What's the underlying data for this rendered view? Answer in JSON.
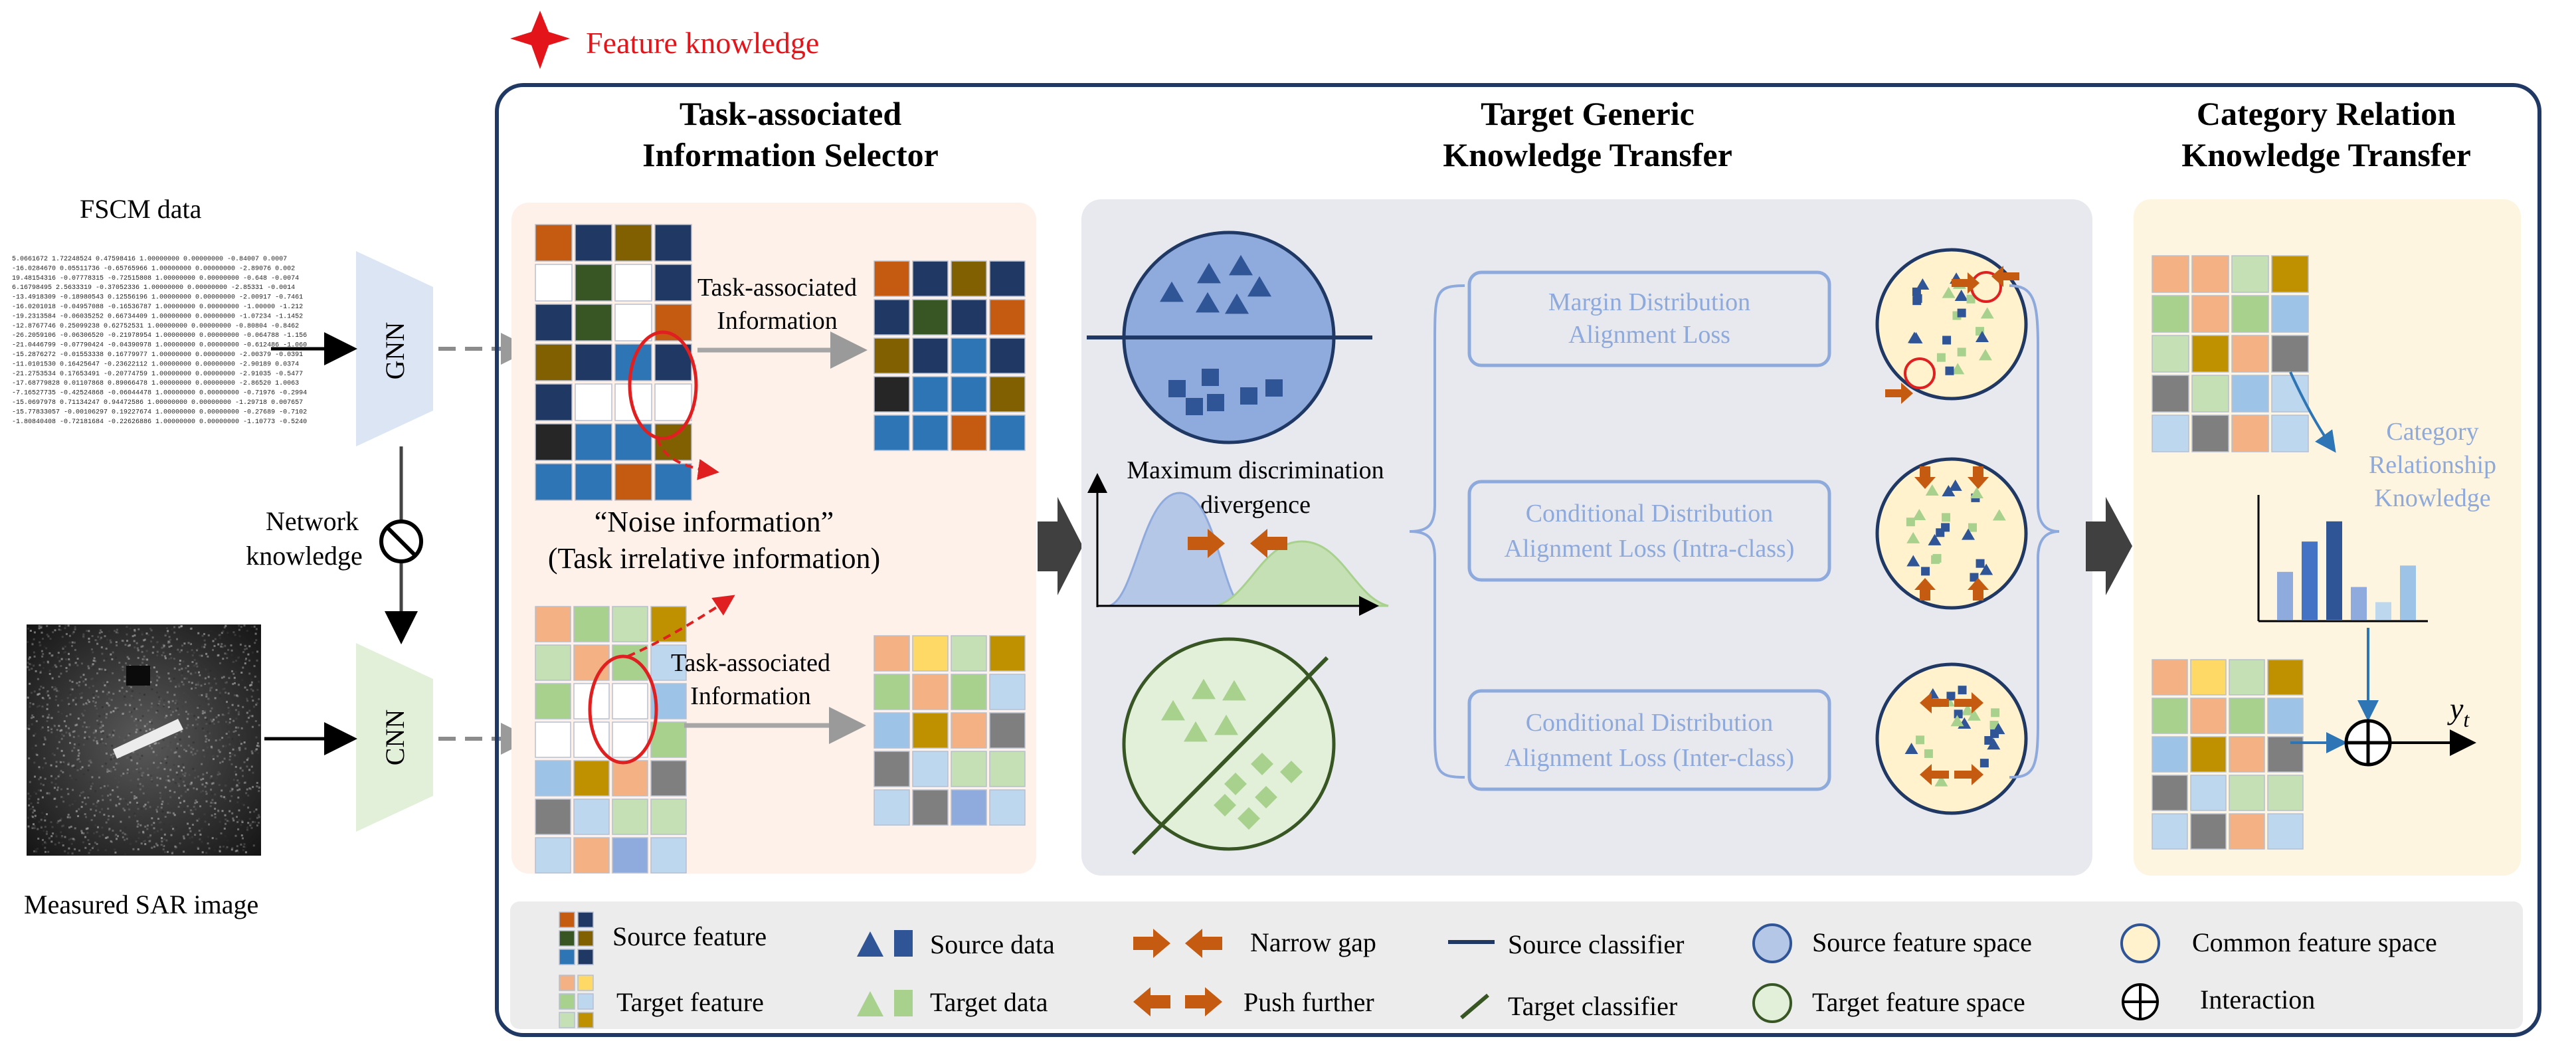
{
  "header": {
    "feature_knowledge": "Feature knowledge"
  },
  "inputs": {
    "fscm_title": "FSCM data",
    "sar_title": "Measured SAR image",
    "gnn_label": "GNN",
    "cnn_label": "CNN",
    "network_knowledge_line1": "Network",
    "network_knowledge_line2": "knowledge",
    "fscm_rows": [
      "5.0661672  1.72248524  0.47598416  1.00000000  0.00000000  -0.84007 0.0007",
      "-16.0284670  0.05511736  -0.65765966  1.00000000  0.00000000  -2.89076 0.002",
      "19.48154316  -0.07778315  -0.72515808  1.00000000  0.00000000  -0.648 -0.0074",
      "6.16798495  2.5633319  -0.37052336  1.00000000  0.00000000  -2.85331 -0.0014",
      "-13.4918309  -0.18980543  0.12556196  1.00000000  0.00000000  -2.00917 -0.7461",
      "-16.0201018  -0.04957088  -0.16536787  1.00000000  0.00000000  -1.00000 -1.212",
      "-19.2313584  -0.06035252  0.66734409  1.00000000  0.00000000  -1.07234 -1.1452",
      "-12.8767746  0.25099238  0.62752531  1.00000000  0.00000000  -0.80804 -0.8462",
      "-26.2059106  -0.06306520  -0.21978954  1.00000000  0.00000000  -0.064788 -1.156",
      "-21.0446799  -0.07790424  -0.04390978  1.00000000  0.00000000  -0.612486 -1.060",
      "-15.2876272  -0.01553338  0.16779977  1.00000000  0.00000000  -2.00379 -0.0391",
      "-11.0101530  0.16425647  -0.23622112  1.00000000  0.00000000  -2.90189 0.0374",
      "-21.2753534  0.17653491  -0.20774759  1.00000000  0.00000000  -2.91035 -0.5477",
      "-17.68779828  0.01107868  0.89066478  1.00000000  0.00000000  -2.86520 1.0063",
      "-7.16527735  -0.42524868  -0.06044478  1.00000000  0.00000000  -0.71976 -0.2994",
      "-15.0697978  0.71134247  0.94472586  1.00000000  0.00000000  -1.29718 0.007657",
      "-15.77833057  -0.00106297  0.19227674  1.00000000  0.00000000  -0.27689 -0.7102",
      "-1.80840408  -0.72181684  -0.22626886  1.00000000  0.00000000  -1.10773 -0.5240"
    ]
  },
  "selector": {
    "title_line1": "Task-associated",
    "title_line2": "Information Selector",
    "top_arrow_label_line1": "Task-associated",
    "top_arrow_label_line2": "Information",
    "bottom_arrow_label_line1": "Task-associated",
    "bottom_arrow_label_line2": "Information",
    "noise_line1": "“Noise information”",
    "noise_line2": "(Task irrelative information)",
    "colors": {
      "dark_orange": "#c55a11",
      "navy": "#1f3864",
      "olive": "#806000",
      "moss": "#375623",
      "mid_blue": "#2e75b6",
      "charcoal": "#262626",
      "light_orange": "#f4b183",
      "light_yellow": "#ffd966",
      "light_green": "#a9d18e",
      "pale_green": "#c5e0b4",
      "light_blue": "#9dc3e6",
      "pale_blue": "#bdd7ee",
      "gold": "#bf9000",
      "grey": "#7f7f7f",
      "periwinkle": "#8faadc"
    }
  },
  "transfer": {
    "title_line1": "Target Generic",
    "title_line2": "Knowledge Transfer",
    "mdd_line1": "Maximum discrimination",
    "mdd_line2": "divergence",
    "loss_1_line1": "Margin Distribution",
    "loss_1_line2": "Alignment Loss",
    "loss_2_line1": "Conditional Distribution",
    "loss_2_line2": "Alignment Loss (Intra-class)",
    "loss_3_line1": "Conditional Distribution",
    "loss_3_line2": "Alignment Loss (Inter-class)",
    "colors": {
      "source_space": "#8faadc",
      "target_space": "#e2f0d9",
      "common_space": "#fff2cc",
      "source_data": "#2f5597",
      "target_data": "#a9d18e",
      "arrow": "#c55a11",
      "loss_text": "#8ea9db"
    }
  },
  "relation": {
    "title_line1": "Category Relation",
    "title_line2": "Knowledge Transfer",
    "knowledge_line1": "Category",
    "knowledge_line2": "Relationship",
    "knowledge_line3": "Knowledge",
    "output_base": "y",
    "output_sub": "t",
    "bars": [
      0.38,
      0.62,
      0.78,
      0.26,
      0.14,
      0.43
    ]
  },
  "legend": {
    "source_feature": "Source feature",
    "target_feature": "Target feature",
    "source_data": "Source data",
    "target_data": "Target data",
    "narrow_gap": "Narrow gap",
    "push_further": "Push further",
    "source_classifier": "Source classifier",
    "target_classifier": "Target classifier",
    "source_feature_space": "Source feature space",
    "target_feature_space": "Target feature space",
    "common_feature_space": "Common feature space",
    "interaction": "Interaction"
  }
}
